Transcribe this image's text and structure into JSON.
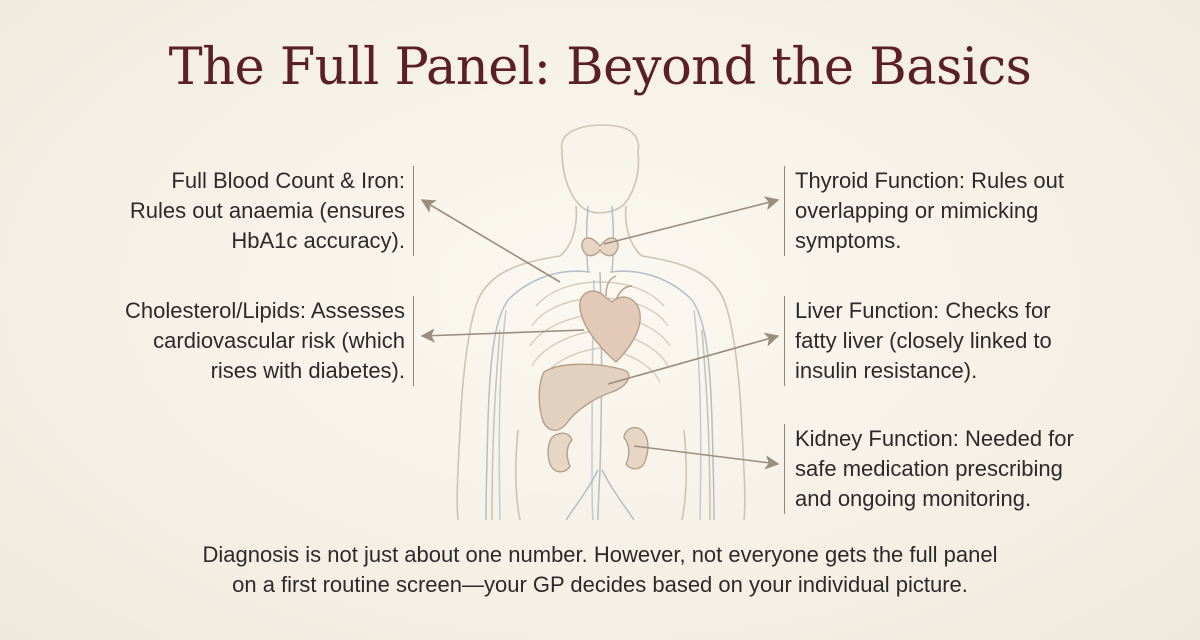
{
  "title": "The Full Panel: Beyond the Basics",
  "callouts": {
    "full_blood_count": [
      "Full Blood Count & Iron:",
      "Rules out anaemia (ensures",
      "HbA1c accuracy)."
    ],
    "cholesterol": [
      "Cholesterol/Lipids: Assesses",
      "cardiovascular risk (which",
      "rises with diabetes)."
    ],
    "thyroid": [
      "Thyroid Function: Rules out",
      "overlapping or mimicking",
      "symptoms."
    ],
    "liver": [
      "Liver Function: Checks for",
      "fatty liver (closely linked to",
      "insulin resistance)."
    ],
    "kidney": [
      "Kidney Function: Needed for",
      "safe medication prescribing",
      "and ongoing monitoring."
    ]
  },
  "footer": [
    "Diagnosis is not just about one number. However, not everyone gets the full panel",
    "on a first routine screen—your GP decides based on your individual picture."
  ],
  "colors": {
    "title": "#5b1f2a",
    "text": "#2c2a29",
    "outline": "#c9bfb1",
    "vessel": "#a9b4bf",
    "organ": "#e3d1bf",
    "organ_stroke": "#b69f8a",
    "arrow": "#9a8e80"
  }
}
